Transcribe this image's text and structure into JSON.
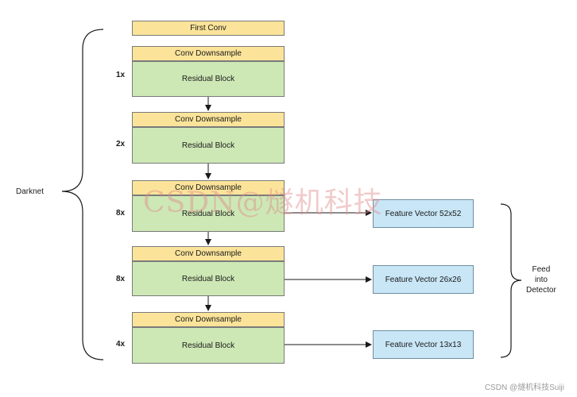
{
  "diagram": {
    "first_conv": "First Conv",
    "stages": [
      {
        "multiplier": "1x",
        "downsample": "Conv Downsample",
        "block": "Residual Block"
      },
      {
        "multiplier": "2x",
        "downsample": "Conv Downsample",
        "block": "Residual Block"
      },
      {
        "multiplier": "8x",
        "downsample": "Conv Downsample",
        "block": "Residual Block"
      },
      {
        "multiplier": "8x",
        "downsample": "Conv Downsample",
        "block": "Residual Block"
      },
      {
        "multiplier": "4x",
        "downsample": "Conv Downsample",
        "block": "Residual Block"
      }
    ],
    "feature_vectors": [
      "Feature Vector 52x52",
      "Feature Vector 26x26",
      "Feature Vector 13x13"
    ],
    "left_group_label": "Darknet",
    "right_group_label": [
      "Feed",
      "into",
      "Detector"
    ]
  },
  "watermark": "CSDN@燧机科技",
  "footer": "CSDN @燧机科技Suiji",
  "colors": {
    "conv_fill": "#fbe49a",
    "residual_fill": "#cde8b5",
    "feature_fill": "#c8e6f6",
    "line": "#1a1a1a",
    "watermark": "#e18c8c"
  }
}
